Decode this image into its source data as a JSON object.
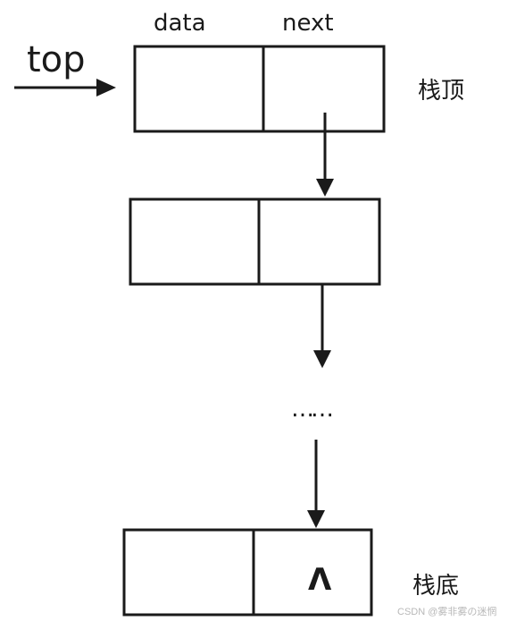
{
  "header": {
    "data_label": "data",
    "next_label": "next"
  },
  "pointer": {
    "label": "top"
  },
  "labels": {
    "top_of_stack": "栈顶",
    "bottom_of_stack": "栈底"
  },
  "ellipsis": "……",
  "null_symbol": "Λ",
  "watermark": "CSDN @雾非雾の迷惘",
  "colors": {
    "stroke": "#1a1a1a",
    "background": "#ffffff"
  }
}
